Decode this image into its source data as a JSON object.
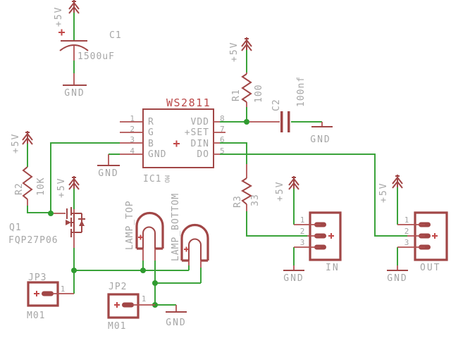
{
  "colors": {
    "wire_green": "#3aa33a",
    "symbol_red": "#a14646",
    "label_grey": "#a6a6a6",
    "name_red": "#bb4848",
    "background": "#ffffff"
  },
  "net_labels": {
    "plus5v": "+5V",
    "gnd": "GND"
  },
  "ic1": {
    "title": "WS2811",
    "refdes": "IC1",
    "side_mark": "MO",
    "din_plus": "+",
    "pins_left": [
      {
        "num": "1",
        "name": "R"
      },
      {
        "num": "2",
        "name": "G"
      },
      {
        "num": "3",
        "name": "B"
      },
      {
        "num": "4",
        "name": "GND"
      }
    ],
    "pins_right": [
      {
        "num": "8",
        "name": "VDD"
      },
      {
        "num": "7",
        "name": "+SET"
      },
      {
        "num": "6",
        "name": "DIN"
      },
      {
        "num": "5",
        "name": "DO"
      }
    ]
  },
  "c1": {
    "refdes": "C1",
    "value": "1500uF"
  },
  "c2": {
    "refdes": "C2",
    "value": "100nf"
  },
  "r1": {
    "refdes": "R1",
    "value": "100"
  },
  "r2": {
    "refdes": "R2",
    "value": "10K"
  },
  "r3": {
    "refdes": "R3",
    "value": "33"
  },
  "q1": {
    "refdes": "Q1",
    "value": "FQP27P06"
  },
  "lamp_top": {
    "name": "LAMP_TOP"
  },
  "lamp_bottom": {
    "name": "LAMP_BOTTOM"
  },
  "jp3": {
    "refdes": "JP3",
    "value": "M01",
    "pin": "1"
  },
  "jp2": {
    "refdes": "JP2",
    "value": "M01",
    "pin": "1"
  },
  "conn_in": {
    "label": "IN",
    "pins": [
      "1",
      "2",
      "3"
    ]
  },
  "conn_out": {
    "label": "OUT",
    "pins": [
      "1",
      "2",
      "3"
    ]
  }
}
